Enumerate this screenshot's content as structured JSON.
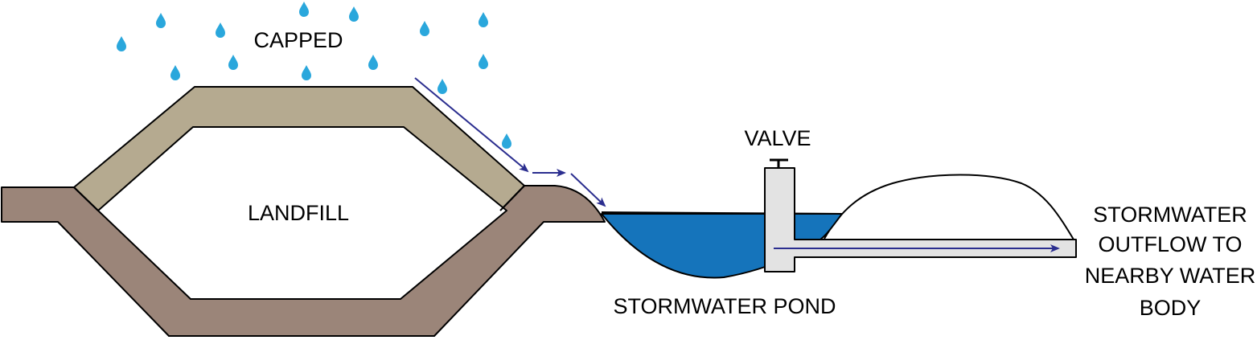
{
  "labels": {
    "capped": "CAPPED",
    "landfill": "LANDFILL",
    "valve": "VALVE",
    "pond": "STORMWATER POND",
    "outflow_line1": "STORMWATER",
    "outflow_line2": "OUTFLOW TO",
    "outflow_line3": "NEARBY WATER",
    "outflow_line4": "BODY"
  },
  "colors": {
    "soil": "#9b8579",
    "cap": "#b5aa90",
    "water": "#1574bb",
    "raindrop": "#2aa7dc",
    "flow_arrow": "#2b2e8f",
    "pipe": "#e3e3e3",
    "outline": "#000000"
  },
  "icons": {
    "rain": "raindrop-icon",
    "flow": "arrow-right-icon"
  }
}
